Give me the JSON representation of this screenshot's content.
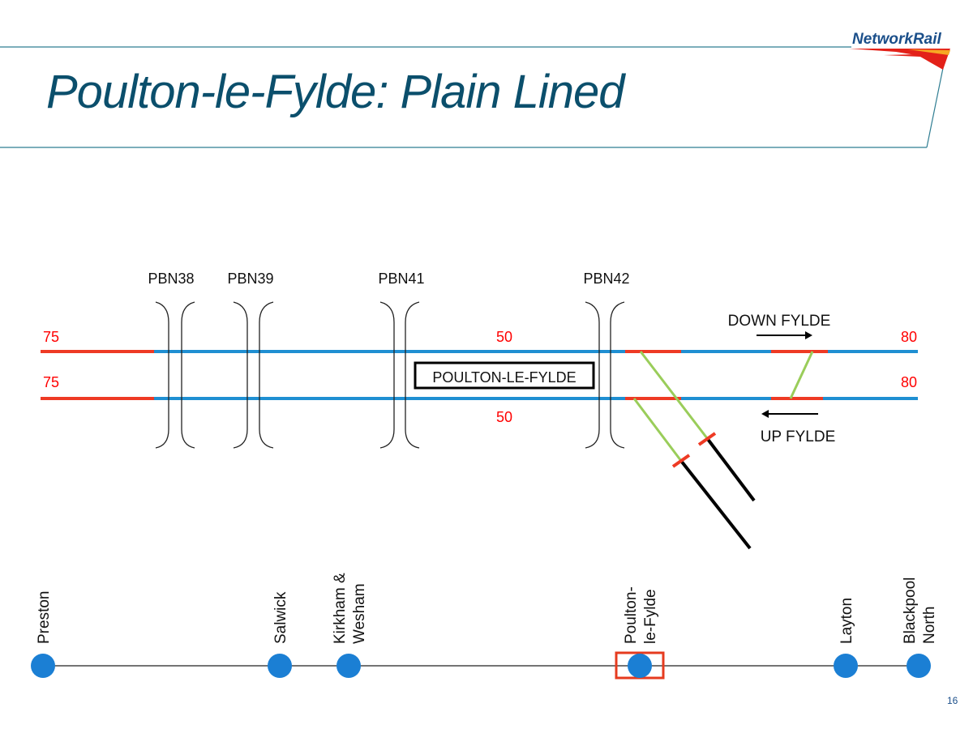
{
  "slide": {
    "title": "Poulton-le-Fylde: Plain Lined",
    "logo_text": "NetworkRail",
    "page_number": "16"
  },
  "colors": {
    "title": "#0b4f6c",
    "track": "#1f8fd2",
    "speed_section": "#ee3a24",
    "speed_label": "#ff0000",
    "crossover": "#9acd5a",
    "branch": "#000000",
    "station_dot": "#1b7fd4",
    "highlight_box": "#e63b1f"
  },
  "diagram": {
    "signal_boxes": [
      "PBN38",
      "PBN39",
      "PBN41",
      "PBN42"
    ],
    "station_label": "POULTON-LE-FYLDE",
    "down_line": {
      "direction_label": "DOWN FYLDE",
      "speed_left": "75",
      "speed_mid": "50",
      "speed_right": "80"
    },
    "up_line": {
      "direction_label": "UP FYLDE",
      "speed_left": "75",
      "speed_mid": "50",
      "speed_right": "80"
    }
  },
  "route": {
    "stations": [
      {
        "lines": [
          "Preston"
        ],
        "highlighted": false
      },
      {
        "lines": [
          "Salwick"
        ],
        "highlighted": false
      },
      {
        "lines": [
          "Kirkham &",
          "Wesham"
        ],
        "highlighted": false
      },
      {
        "lines": [
          "Poulton-",
          "le-Fylde"
        ],
        "highlighted": true
      },
      {
        "lines": [
          "Layton"
        ],
        "highlighted": false
      },
      {
        "lines": [
          "Blackpool",
          "North"
        ],
        "highlighted": false
      }
    ]
  }
}
